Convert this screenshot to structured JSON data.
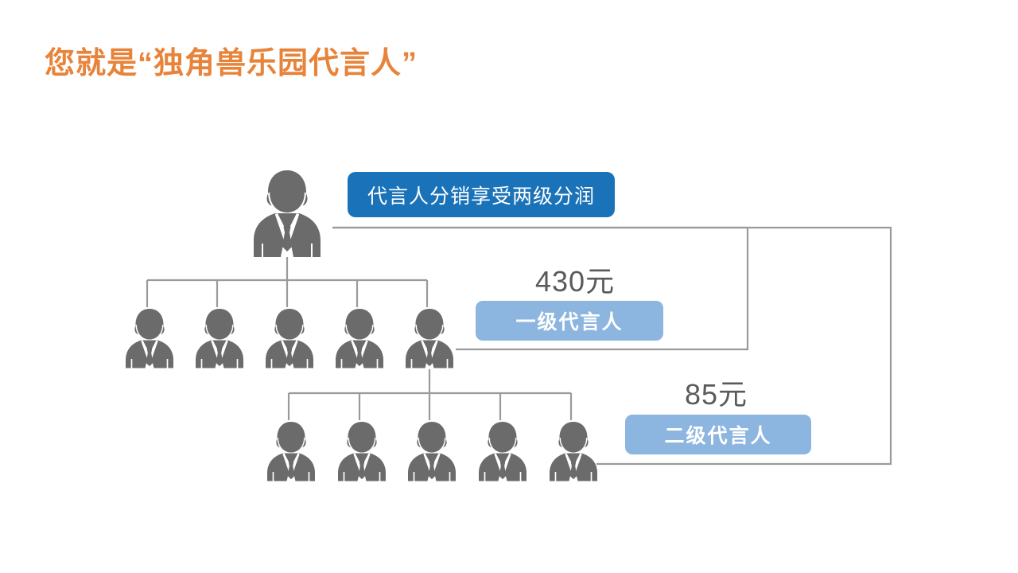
{
  "slide": {
    "background_color": "#ffffff",
    "title": "您就是“独角兽乐园代言人”",
    "title_color": "#E8833A"
  },
  "banner": {
    "label": "代言人分销享受两级分润",
    "background_color": "#1A72B8",
    "text_color": "#ffffff"
  },
  "diagram": {
    "type": "hierarchy-tree",
    "icon_color": "#6b6b6b",
    "connector_color": "#9a9a9a",
    "root": {
      "icon": "businessman-icon",
      "count": 1
    },
    "level1": {
      "icon": "businessman-icon",
      "count": 5
    },
    "level2": {
      "icon": "businessman-icon",
      "count": 5
    }
  },
  "levels": [
    {
      "key": "level1",
      "amount": "430元",
      "amount_color": "#5a5a5a",
      "badge_label": "一级代言人",
      "badge_color": "#8CB6DF",
      "badge_text_color": "#ffffff"
    },
    {
      "key": "level2",
      "amount": "85元",
      "amount_color": "#5a5a5a",
      "badge_label": "二级代言人",
      "badge_color": "#8CB6DF",
      "badge_text_color": "#ffffff"
    }
  ]
}
